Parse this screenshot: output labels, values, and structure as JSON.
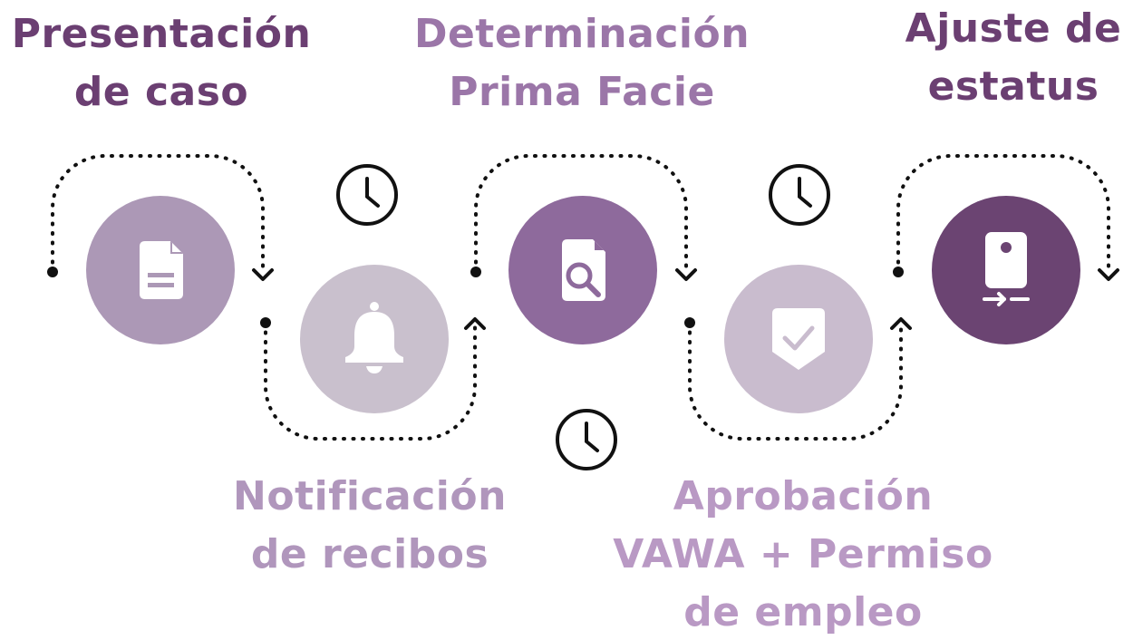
{
  "steps": [
    {
      "lines": [
        "Presentación",
        "de caso"
      ],
      "icon": "document-icon",
      "circle_color": "#ac98b6",
      "text_color": "#6b3f72"
    },
    {
      "lines": [
        "Notificación",
        "de recibos"
      ],
      "icon": "bell-icon",
      "circle_color": "#c9c0cd",
      "text_color": "#b096bc"
    },
    {
      "lines": [
        "Determinación",
        "Prima Facie"
      ],
      "icon": "document-search-icon",
      "circle_color": "#8e6a9c",
      "text_color": "#9b76a8"
    },
    {
      "lines": [
        "Aprobación",
        "VAWA + Permiso",
        "de empleo"
      ],
      "icon": "shield-check-icon",
      "circle_color": "#c9bcce",
      "text_color": "#b999c4"
    },
    {
      "lines": [
        "Ajuste de",
        "estatus"
      ],
      "icon": "id-card-icon",
      "circle_color": "#6b4472",
      "text_color": "#6b3f72"
    }
  ],
  "clock_icon": "clock-icon",
  "icon_color": "#ffffff",
  "connector_color": "#111111"
}
